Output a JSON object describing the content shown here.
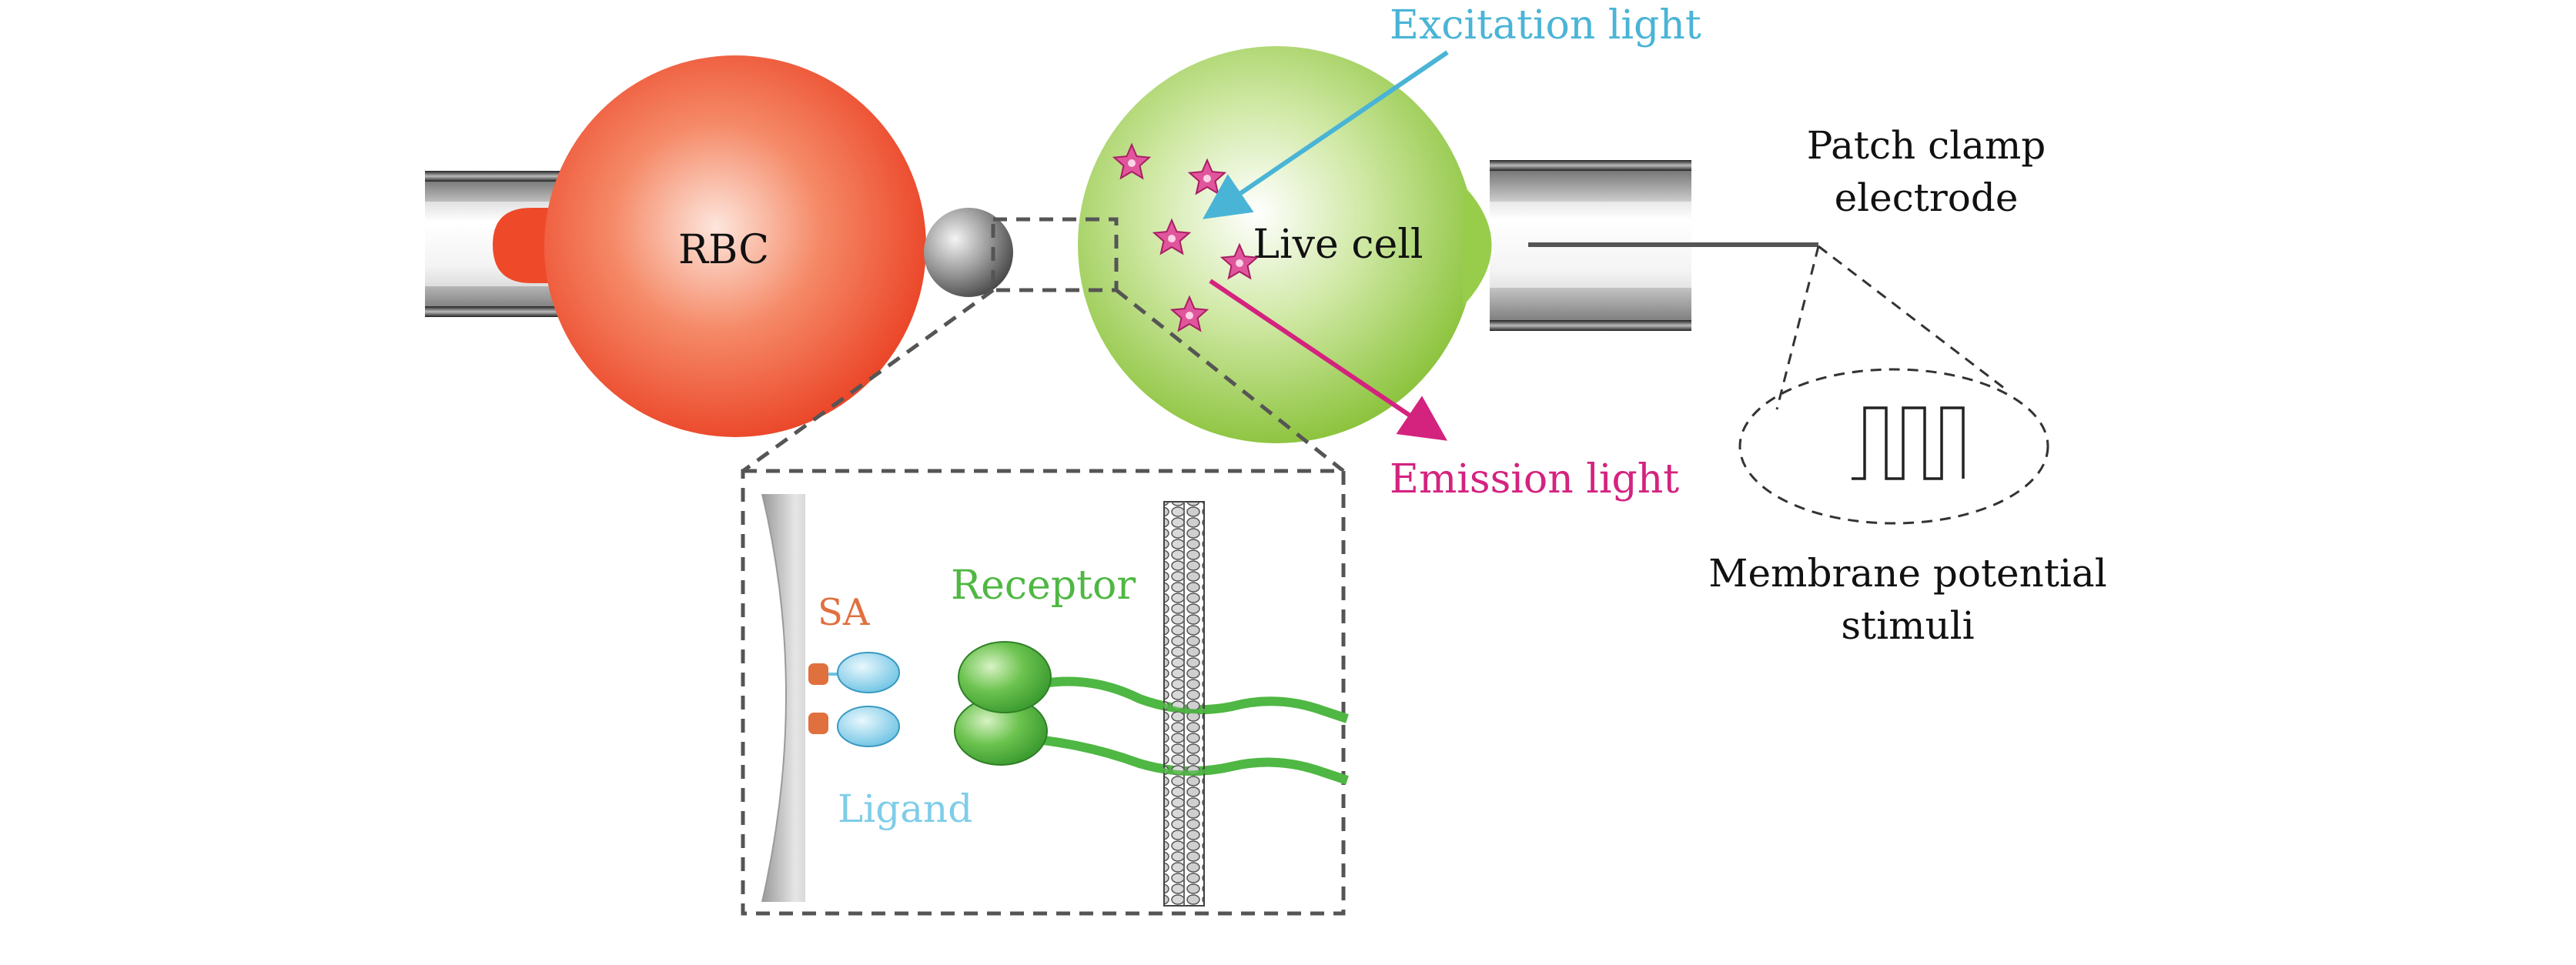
{
  "labels": {
    "rbc": "RBC",
    "live_cell": "Live cell",
    "excitation": "Excitation light",
    "emission": "Emission light",
    "patch_line1": "Patch clamp",
    "patch_line2": "electrode",
    "stimuli_line1": "Membrane potential",
    "stimuli_line2": "stimuli",
    "sa": "SA",
    "receptor": "Receptor",
    "ligand": "Ligand"
  },
  "colors": {
    "rbc": "#ee4a2a",
    "live_cell": "#8cc63f",
    "star": "#e0559b",
    "excitation": "#4ab4d6",
    "emission": "#d4237f",
    "sa": "#e0703e",
    "receptor": "#4fb743",
    "ligand": "#7fcde8",
    "dashed_box": "#555555",
    "text": "#111111"
  }
}
